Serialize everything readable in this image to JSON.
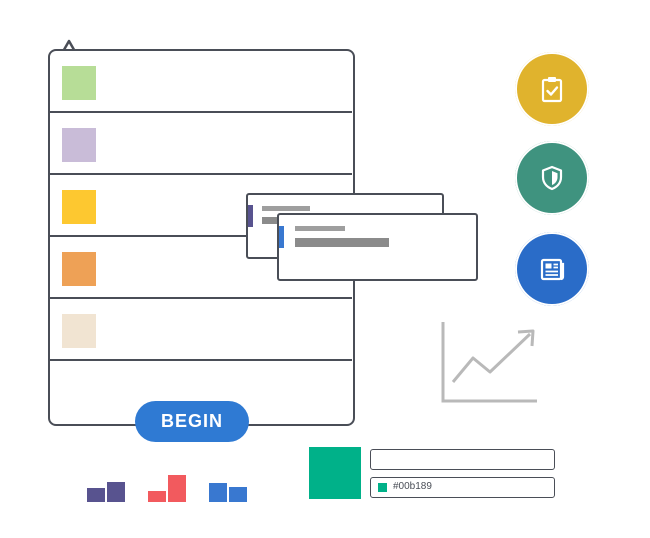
{
  "list_panel": {
    "swatches": [
      {
        "color": "#b7dd97"
      },
      {
        "color": "#c9bcd8"
      },
      {
        "color": "#fdc830"
      },
      {
        "color": "#eea156"
      },
      {
        "color": "#f1e4d2"
      }
    ]
  },
  "begin_button": {
    "label": "BEGIN",
    "color": "#2f7ad3"
  },
  "icons": [
    {
      "name": "clipboard-check-icon",
      "color": "#e0b32d"
    },
    {
      "name": "shield-check-icon",
      "color": "#3f937f"
    },
    {
      "name": "newspaper-icon",
      "color": "#2a6cc8"
    }
  ],
  "mini_bars": [
    {
      "color": "#58538f",
      "heights": [
        14,
        20
      ]
    },
    {
      "color": "#f25a5e",
      "heights": [
        11,
        27
      ]
    },
    {
      "color": "#3978d0",
      "heights": [
        19,
        15
      ]
    }
  ],
  "color_picker": {
    "swatch_color": "#00b189",
    "name_value": "",
    "hex_value": "#00b189"
  }
}
